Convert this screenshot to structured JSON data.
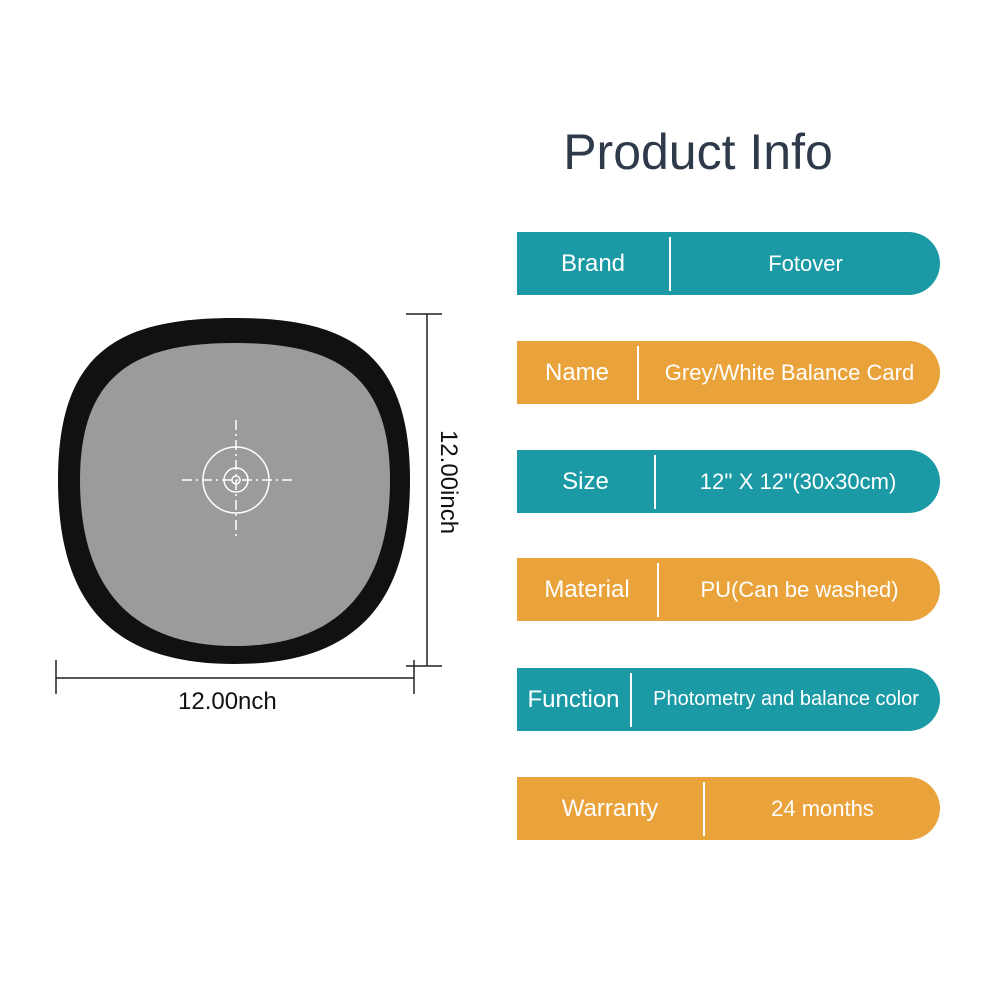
{
  "title": "Product Info",
  "colors": {
    "teal": "#1b9aa6",
    "orange": "#eaa33a",
    "title_text": "#2e3a4a",
    "card_rim": "#111111",
    "card_face": "#9b9b9b"
  },
  "rows": [
    {
      "label": "Brand",
      "value": "Fotover",
      "color": "teal"
    },
    {
      "label": "Name",
      "value": "Grey/White Balance Card",
      "color": "orange"
    },
    {
      "label": "Size",
      "value": "12'' X 12''(30x30cm)",
      "color": "teal"
    },
    {
      "label": "Material",
      "value": "PU(Can be washed)",
      "color": "orange"
    },
    {
      "label": "Function",
      "value": "Photometry and balance color",
      "color": "teal"
    },
    {
      "label": "Warranty",
      "value": "24 months",
      "color": "orange"
    }
  ],
  "dimensions": {
    "width_label": "12.00nch",
    "height_label": "12.00inch"
  }
}
